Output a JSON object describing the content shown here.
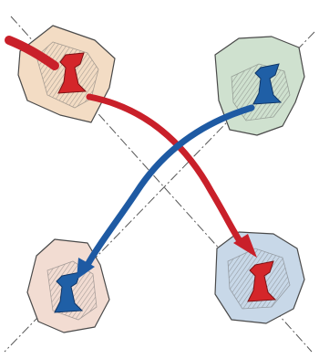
{
  "colors": {
    "background": "#ffffff",
    "red_piece": "#d4262a",
    "blue_piece": "#1f5fa6",
    "red_arrow": "#c9202a",
    "blue_arrow": "#1e5aa3",
    "tile_top_left": "#f3dcc4",
    "tile_top_right": "#cfe1cf",
    "tile_bottom_left": "#f2dcd2",
    "tile_bottom_right": "#c8d8e8",
    "outline": "#4a4a4a",
    "guide_line": "#555555"
  },
  "tiles": [
    {
      "id": "top-left",
      "color_key": "tile_top_left",
      "piece": "red"
    },
    {
      "id": "top-right",
      "color_key": "tile_top_right",
      "piece": "blue"
    },
    {
      "id": "bottom-left",
      "color_key": "tile_bottom_left",
      "piece": "blue"
    },
    {
      "id": "bottom-right",
      "color_key": "tile_bottom_right",
      "piece": "red"
    }
  ],
  "arrows": [
    {
      "id": "red-arrow",
      "color_key": "red_arrow",
      "from": "top-left",
      "to": "bottom-right"
    },
    {
      "id": "blue-arrow",
      "color_key": "blue_arrow",
      "from": "top-right",
      "to": "bottom-left"
    }
  ],
  "guide_lines": [
    "diagonal-tl-br",
    "diagonal-tr-bl"
  ]
}
